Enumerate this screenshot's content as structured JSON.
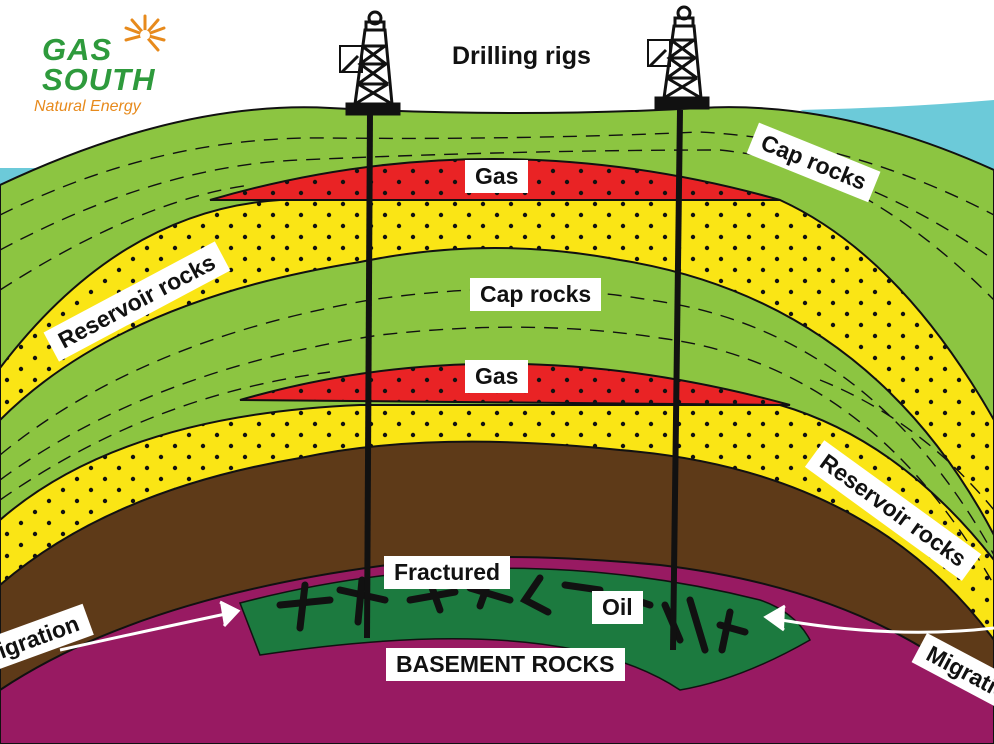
{
  "diagram": {
    "title": "Drilling rigs",
    "labels": {
      "cap_rocks_right": "Cap rocks",
      "gas_upper": "Gas",
      "reservoir_rocks_left": "Reservoir rocks",
      "cap_rocks_middle": "Cap rocks",
      "gas_lower": "Gas",
      "reservoir_rocks_right": "Reservoir rocks",
      "fractured": "Fractured",
      "oil": "Oil",
      "basement_rocks": "BASEMENT ROCKS",
      "migration_left": "Migration",
      "migration_right": "Migration"
    },
    "colors": {
      "sky": "#6ccad9",
      "cap_green": "#8cc541",
      "reservoir_yellow": "#fae515",
      "gas_red": "#e92325",
      "brown_layer": "#5e3a18",
      "basement_purple": "#981a62",
      "oil_green": "#1c7a3f"
    }
  },
  "logo": {
    "line1": "GAS",
    "line2": "SOUTH",
    "tagline": "Natural Energy",
    "brand_green": "#2e9a3c",
    "brand_orange": "#e78a1c"
  }
}
